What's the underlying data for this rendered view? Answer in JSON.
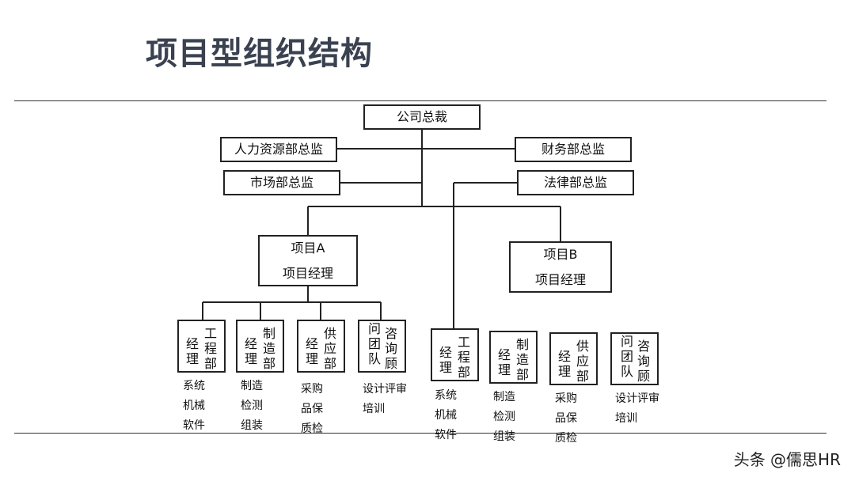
{
  "title": "项目型组织结构",
  "org": {
    "ceo": "公司总裁",
    "hr": "人力资源部总监",
    "finance": "财务部总监",
    "marketing": "市场部总监",
    "legal": "法律部总监",
    "project_a": {
      "name": "项目A",
      "manager": "项目经理"
    },
    "project_b": {
      "name": "项目B",
      "manager": "项目经理"
    },
    "departments_a": [
      {
        "top": "工程部",
        "bottom": "经理",
        "duties": [
          "系统",
          "机械",
          "软件"
        ]
      },
      {
        "top": "制造部",
        "bottom": "经理",
        "duties": [
          "制造",
          "检测",
          "组装"
        ]
      },
      {
        "top": "供应部",
        "bottom": "经理",
        "duties": [
          "采购",
          "品保",
          "质检"
        ]
      },
      {
        "top": "咨询顾",
        "bottom": "问团队",
        "duties": [
          "设计评审",
          "培训"
        ]
      }
    ],
    "departments_b": [
      {
        "top": "工程部",
        "bottom": "经理",
        "duties": [
          "系统",
          "机械",
          "软件"
        ]
      },
      {
        "top": "制造部",
        "bottom": "经理",
        "duties": [
          "制造",
          "检测",
          "组装"
        ]
      },
      {
        "top": "供应部",
        "bottom": "经理",
        "duties": [
          "采购",
          "品保",
          "质检"
        ]
      },
      {
        "top": "咨询顾",
        "bottom": "问团队",
        "duties": [
          "设计评审",
          "培训"
        ]
      }
    ]
  },
  "watermark": "头条 @儒思HR"
}
